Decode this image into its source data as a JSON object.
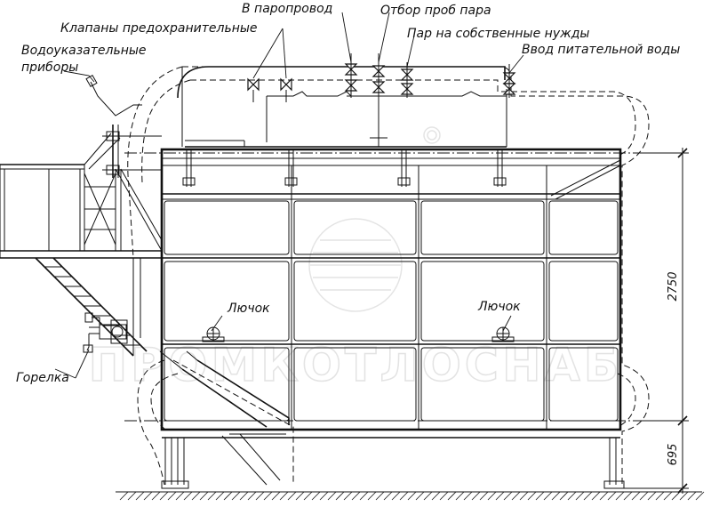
{
  "drawing": {
    "labels": {
      "safety_valves": "Клапаны предохранительные",
      "water_gauges_line1": "Водоуказательные",
      "water_gauges_line2": "приборы",
      "to_steam_line": "В паропровод",
      "steam_sampling": "Отбор проб пара",
      "own_needs_steam": "Пар на собственные нужды",
      "feedwater_inlet": "Ввод питательной воды",
      "hatch_left": "Лючок",
      "hatch_right": "Лючок",
      "burner": "Горелка"
    },
    "dimensions": {
      "drum_spacing": "2750",
      "lower_drum_height": "695"
    },
    "watermark": "ПРОМКОТЛОСНАБ"
  }
}
